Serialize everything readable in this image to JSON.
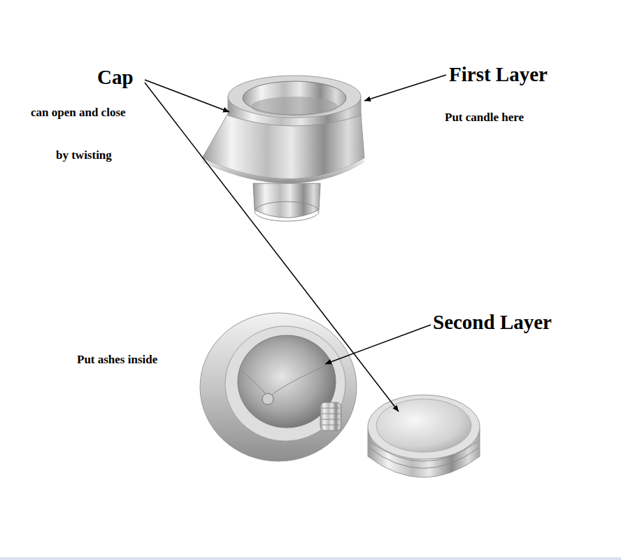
{
  "diagram": {
    "labels": [
      "Cap",
      "can open and close",
      "by twisting",
      "First Layer",
      "Put candle here",
      "Second Layer",
      "Put ashes inside"
    ]
  }
}
